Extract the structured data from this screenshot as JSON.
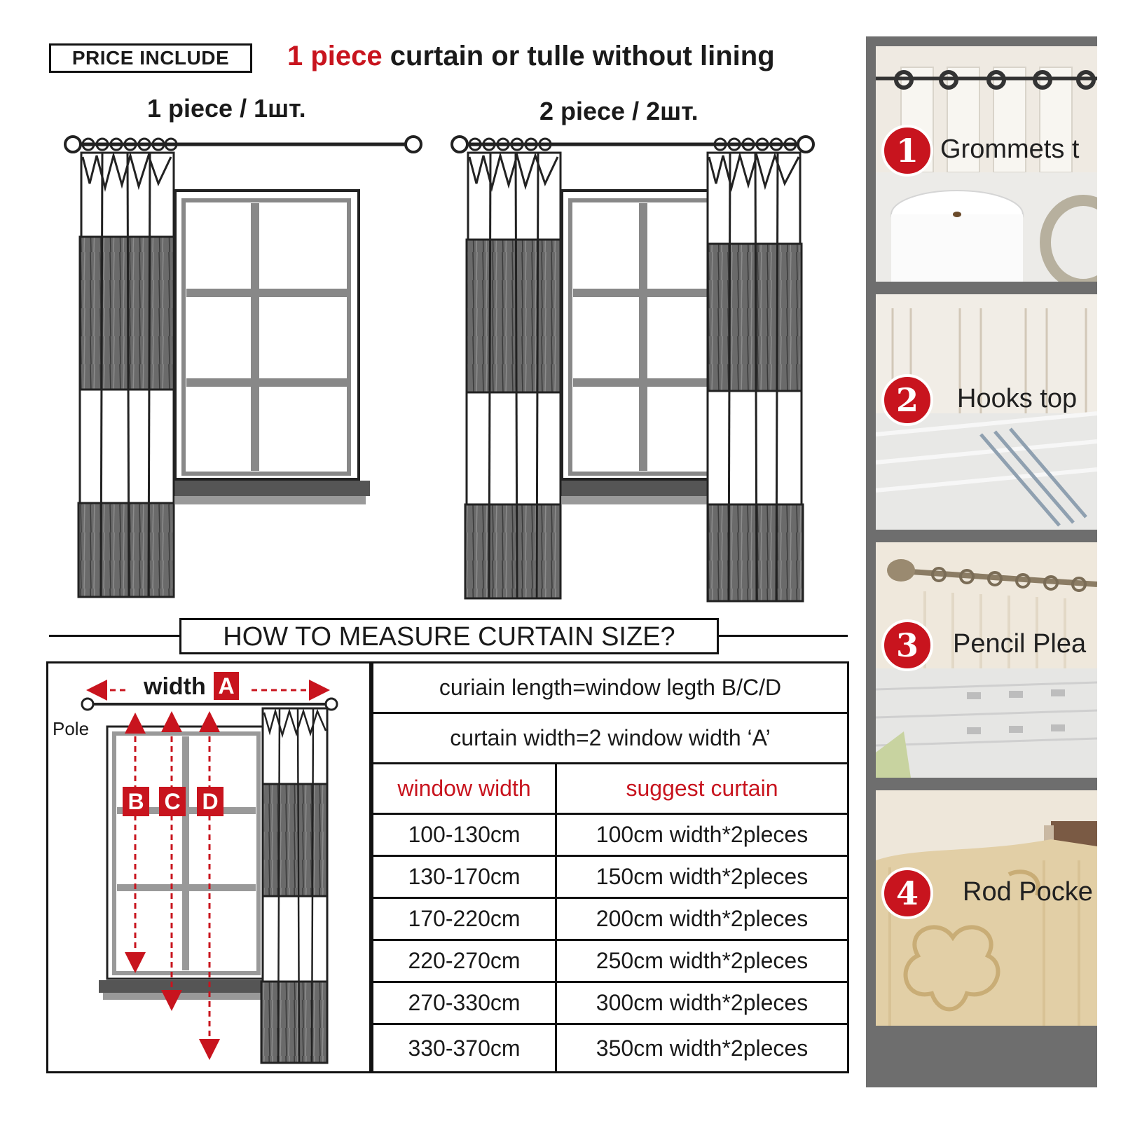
{
  "header": {
    "price_include": "PRICE INCLUDE",
    "headline_red": "1 piece",
    "headline_rest": "curtain or tulle without lining"
  },
  "illustrations": {
    "one_piece_label": "1 piece / 1шт.",
    "two_piece_label": "2 piece / 2шт."
  },
  "measure": {
    "title": "HOW TO MEASURE CURTAIN SIZE?",
    "width_label": "width",
    "pole_label": "Pole",
    "markers": {
      "a": "A",
      "b": "B",
      "c": "C",
      "d": "D"
    }
  },
  "table": {
    "formula_length": "curiain length=window legth B/C/D",
    "formula_width": "curtain width=2 window width ‘A’",
    "col_window": "window width",
    "col_suggest": "suggest curtain",
    "rows": [
      {
        "window": "100-130cm",
        "suggest": "100cm width*2pleces"
      },
      {
        "window": "130-170cm",
        "suggest": "150cm width*2pleces"
      },
      {
        "window": "170-220cm",
        "suggest": "200cm width*2pleces"
      },
      {
        "window": "220-270cm",
        "suggest": "250cm width*2pleces"
      },
      {
        "window": "270-330cm",
        "suggest": "300cm width*2pleces"
      },
      {
        "window": "330-370cm",
        "suggest": "350cm width*2pleces"
      }
    ]
  },
  "styles": [
    {
      "num": "1",
      "label": "Grommets t"
    },
    {
      "num": "2",
      "label": "Hooks top"
    },
    {
      "num": "3",
      "label": "Pencil Plea"
    },
    {
      "num": "4",
      "label": "Rod Pocke"
    }
  ],
  "colors": {
    "accent_red": "#c8141e",
    "strip_gray": "#6e6e6e",
    "fabric_gray": "#5f5f5f"
  }
}
